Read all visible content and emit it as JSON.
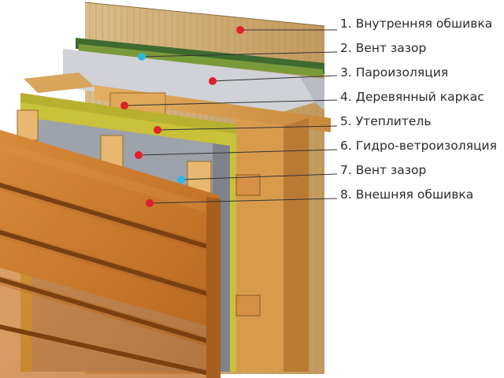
{
  "diagram": {
    "colors": {
      "inner_panel": "#c9a66b",
      "vapor_barrier": "#d8dadd",
      "frame_wood": "#d49a4a",
      "insulation": "#c9c43a",
      "membrane": "#9a9ea6",
      "outer_siding": "#c77a2e",
      "marker_red": "#e0202a",
      "marker_cyan": "#2fb8e0",
      "leader_line": "#333333"
    },
    "layers": [
      {
        "number": "1.",
        "label": "Внутренняя обшивка",
        "marker": "red"
      },
      {
        "number": "2.",
        "label": "Вент зазор",
        "marker": "cyan"
      },
      {
        "number": "3.",
        "label": "Пароизоляция",
        "marker": "red"
      },
      {
        "number": "4.",
        "label": "Деревянный каркас",
        "marker": "red"
      },
      {
        "number": "5.",
        "label": "Утеплитель",
        "marker": "red"
      },
      {
        "number": "6.",
        "label": "Гидро-ветроизоляция",
        "marker": "red"
      },
      {
        "number": "7.",
        "label": "Вент зазор",
        "marker": "cyan"
      },
      {
        "number": "8.",
        "label": "Внешняя обшивка",
        "marker": "red"
      }
    ]
  }
}
